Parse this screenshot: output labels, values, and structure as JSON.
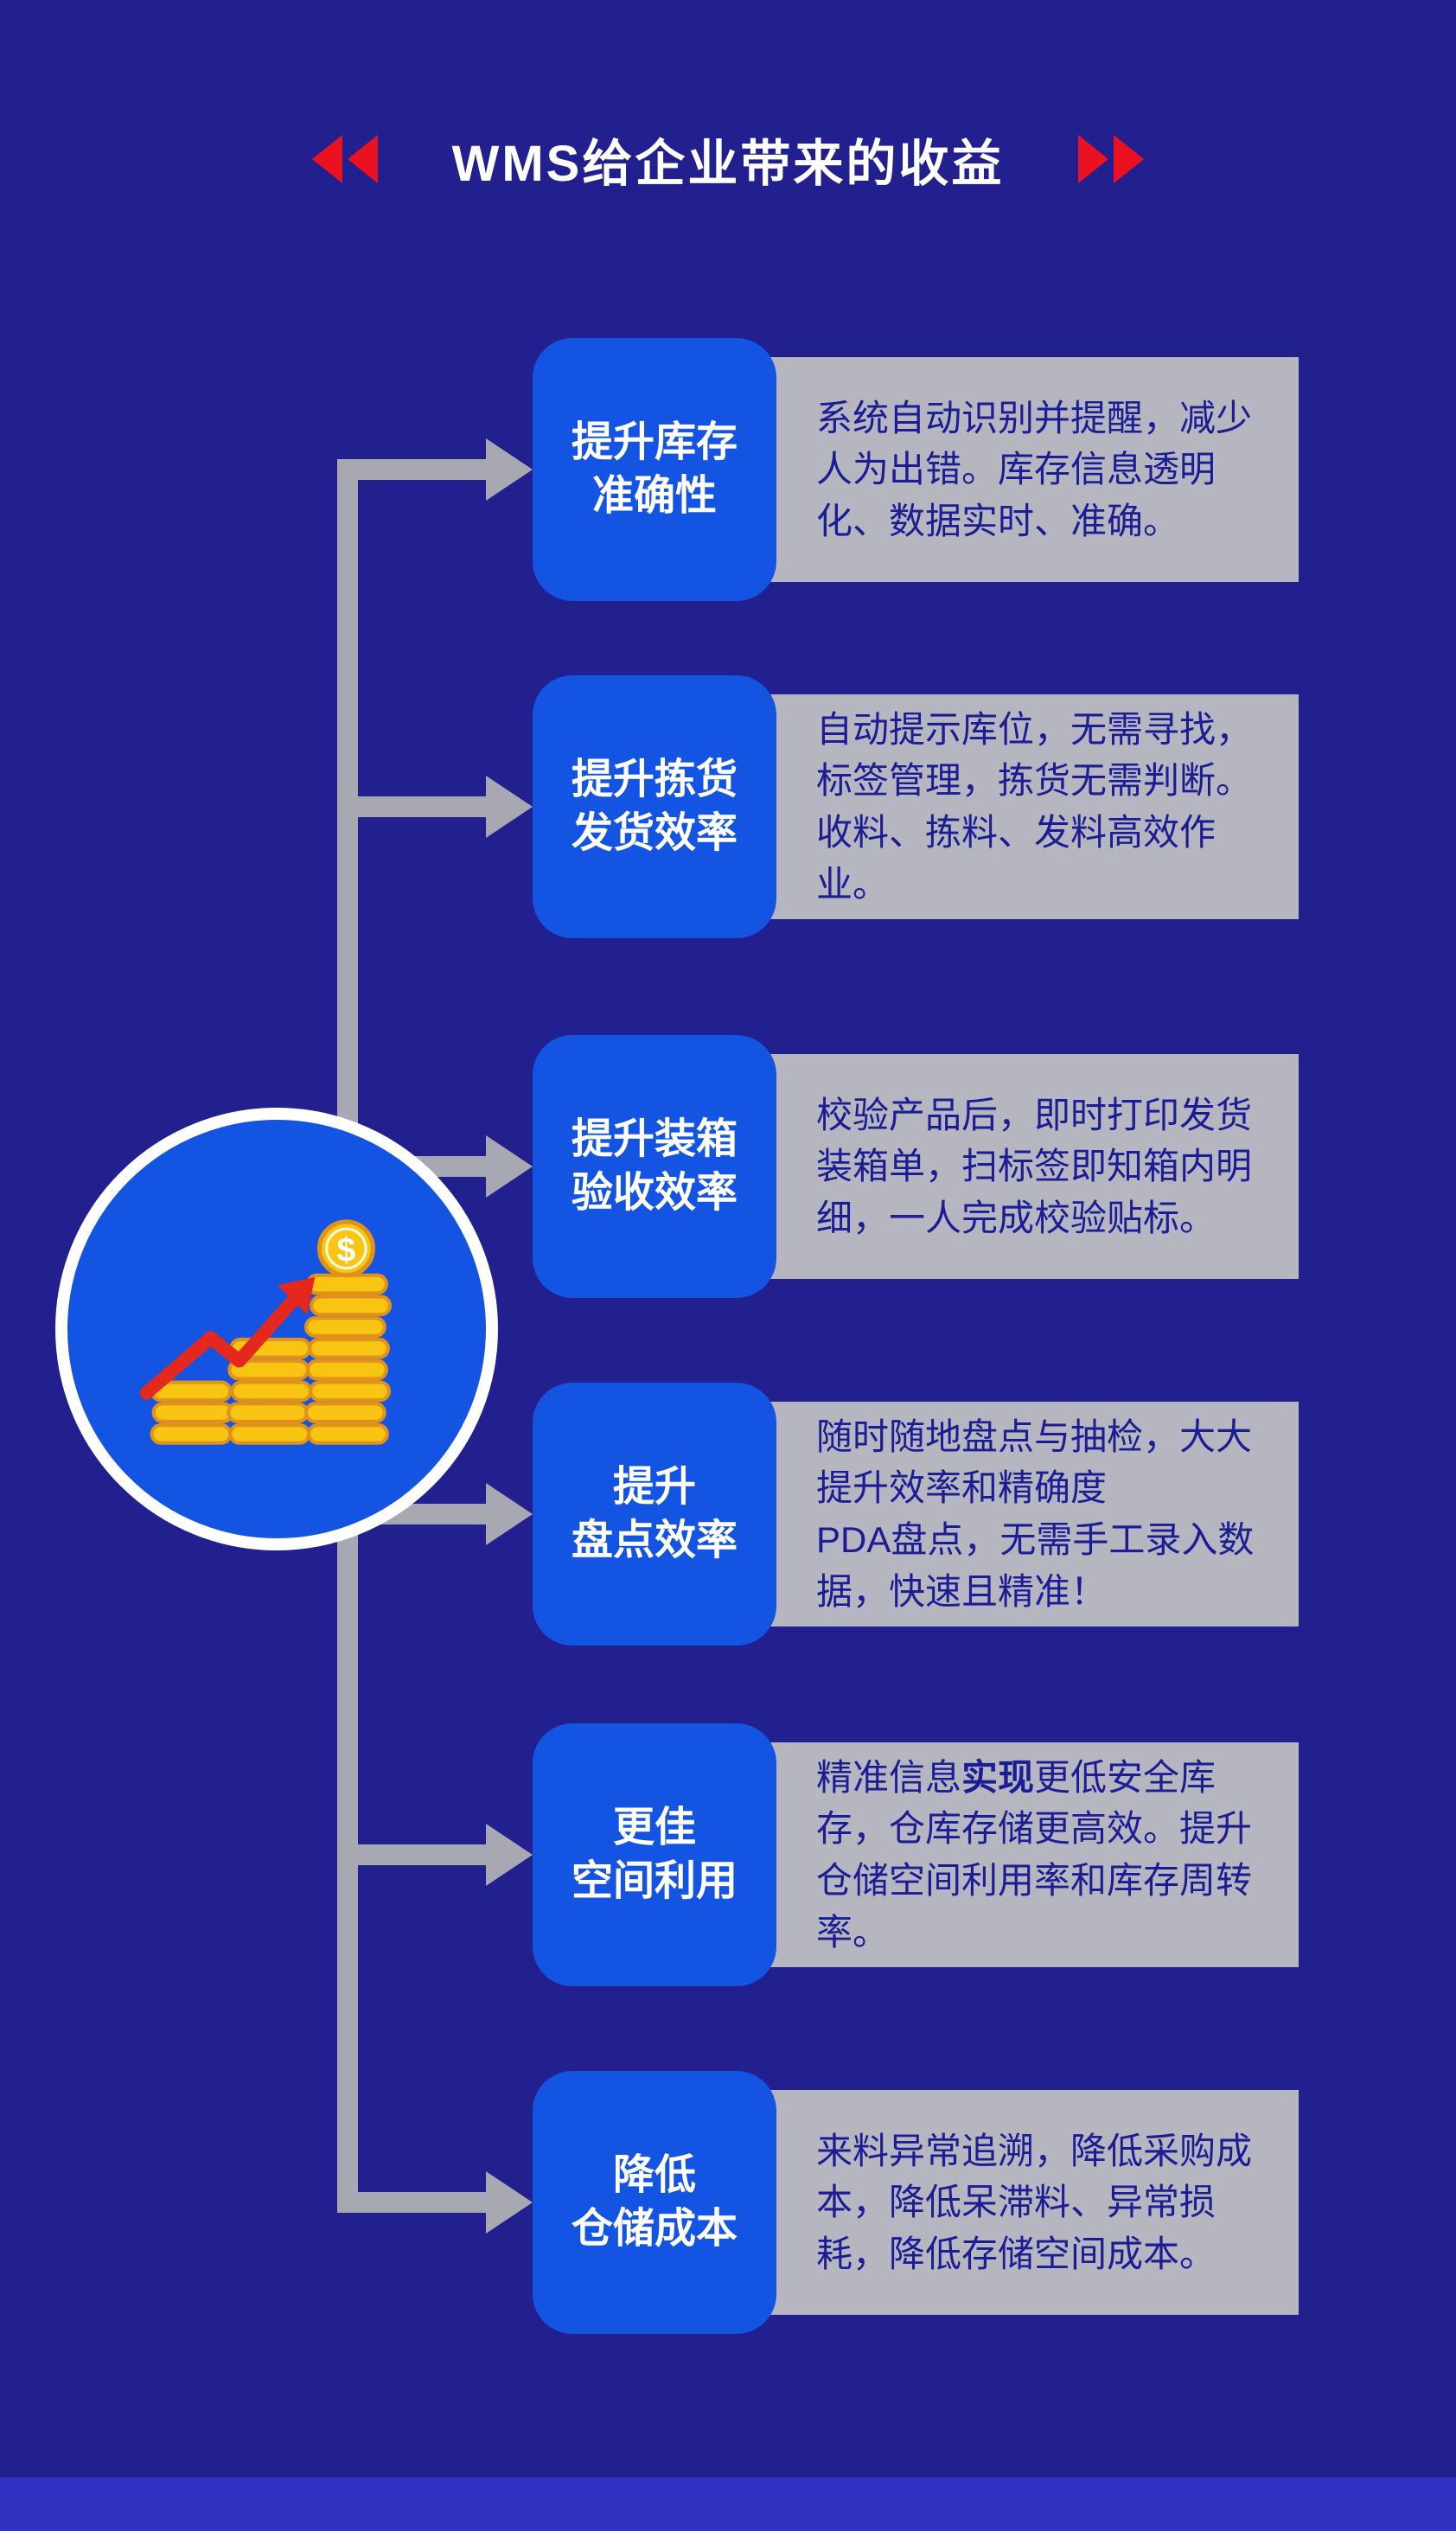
{
  "header": {
    "title": "WMS给企业带来的收益",
    "left_icon": "double-left-triangles",
    "right_icon": "double-right-triangles"
  },
  "colors": {
    "background": "#21208e",
    "card_blue": "#1355e2",
    "card_gray": "#b6b6c0",
    "connector_gray": "#a8a8b2",
    "accent_red": "#ea1220",
    "desc_text": "#1c1c94",
    "coin_gold": "#f9c513",
    "coin_outline": "#e0921b"
  },
  "center_icon": {
    "name": "money-growth-icon",
    "dollar": "$"
  },
  "rows": [
    {
      "title_line1": "提升库存",
      "title_line2": "准确性",
      "desc": "系统自动识别并提醒，减少人为出错。库存信息透明化、数据实时、准确。"
    },
    {
      "title_line1": "提升拣货",
      "title_line2": "发货效率",
      "desc": "自动提示库位，无需寻找，标签管理，拣货无需判断。收料、拣料、发料高效作业。"
    },
    {
      "title_line1": "提升装箱",
      "title_line2": "验收效率",
      "desc": "校验产品后，即时打印发货装箱单，扫标签即知箱内明细，一人完成校验贴标。"
    },
    {
      "title_line1": "提升",
      "title_line2": "盘点效率",
      "desc": "随时随地盘点与抽检，大大提升效率和精确度",
      "desc2": "PDA盘点，无需手工录入数据，快速且精准！"
    },
    {
      "title_line1": "更佳",
      "title_line2": "空间利用",
      "desc_pre": "精准信息",
      "desc_bold": "实现",
      "desc_post": "更低安全库存，仓库存储更高效。提升仓储空间利用率和库存周转率。"
    },
    {
      "title_line1": "降低",
      "title_line2": "仓储成本",
      "desc": "来料异常追溯，降低采购成本，降低呆滞料、异常损耗，降低存储空间成本。"
    }
  ]
}
